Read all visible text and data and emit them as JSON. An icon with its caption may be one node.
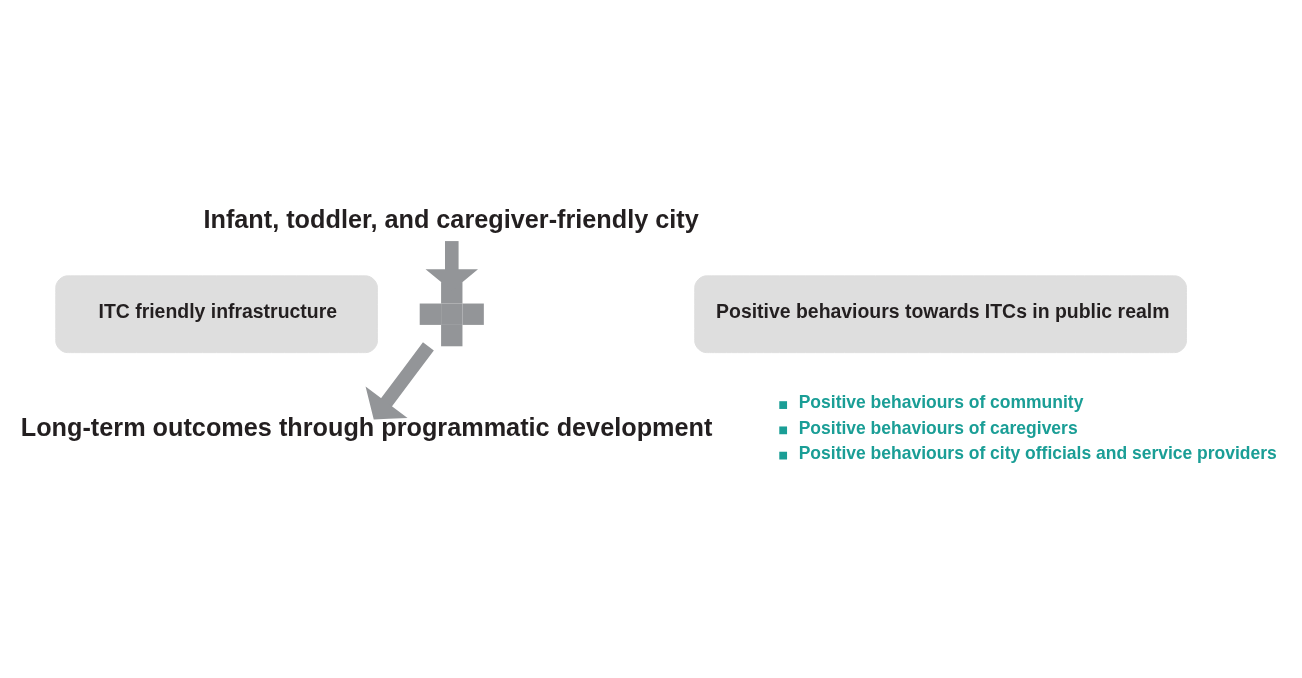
{
  "diagram": {
    "nodes": [
      {
        "text": [
          "Infant, toddler, and caregiver-friendly city"
        ]
      },
      {
        "text": [
          "ITC friendly infrastructure"
        ]
      },
      {
        "text": [],
        "shape": "plus"
      },
      {
        "text": [
          "Positive behaviours towards ITCs in public realm"
        ],
        "beside": [
          "Positive behaviours of community",
          "Positive behaviours of caregivers",
          "Positive behaviours of city officials and service providers"
        ]
      },
      {
        "text": [
          "Long-term outcomes through programmatic development"
        ]
      }
    ],
    "edges": [
      {
        "from": 0,
        "to": 2,
        "arrow": "to"
      },
      {
        "from": 2,
        "to": 4,
        "arrow": "to"
      }
    ]
  }
}
